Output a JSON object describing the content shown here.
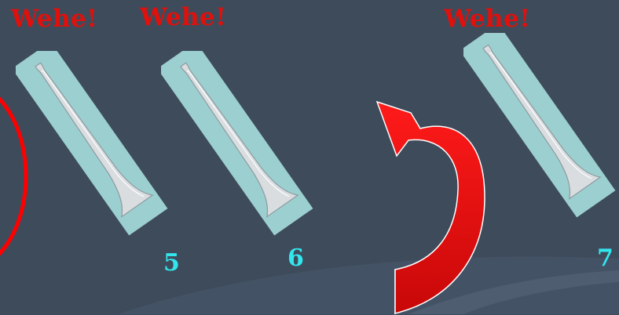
{
  "slide": {
    "warning_labels": [
      "Wehe!",
      "Wehe!",
      "Wehe!"
    ],
    "numbers": [
      "5",
      "6",
      "7"
    ]
  },
  "colors": {
    "background": "#3e4b5b",
    "warning_text": "#e0100c",
    "number_text": "#33e6ee",
    "card": "#9ccfcf",
    "tube": "#d9dde0",
    "arrow": "#e80f0f",
    "circle": "#ff0000"
  },
  "icons": [
    "tube-icon",
    "curved-arrow-icon",
    "circle-outline"
  ]
}
